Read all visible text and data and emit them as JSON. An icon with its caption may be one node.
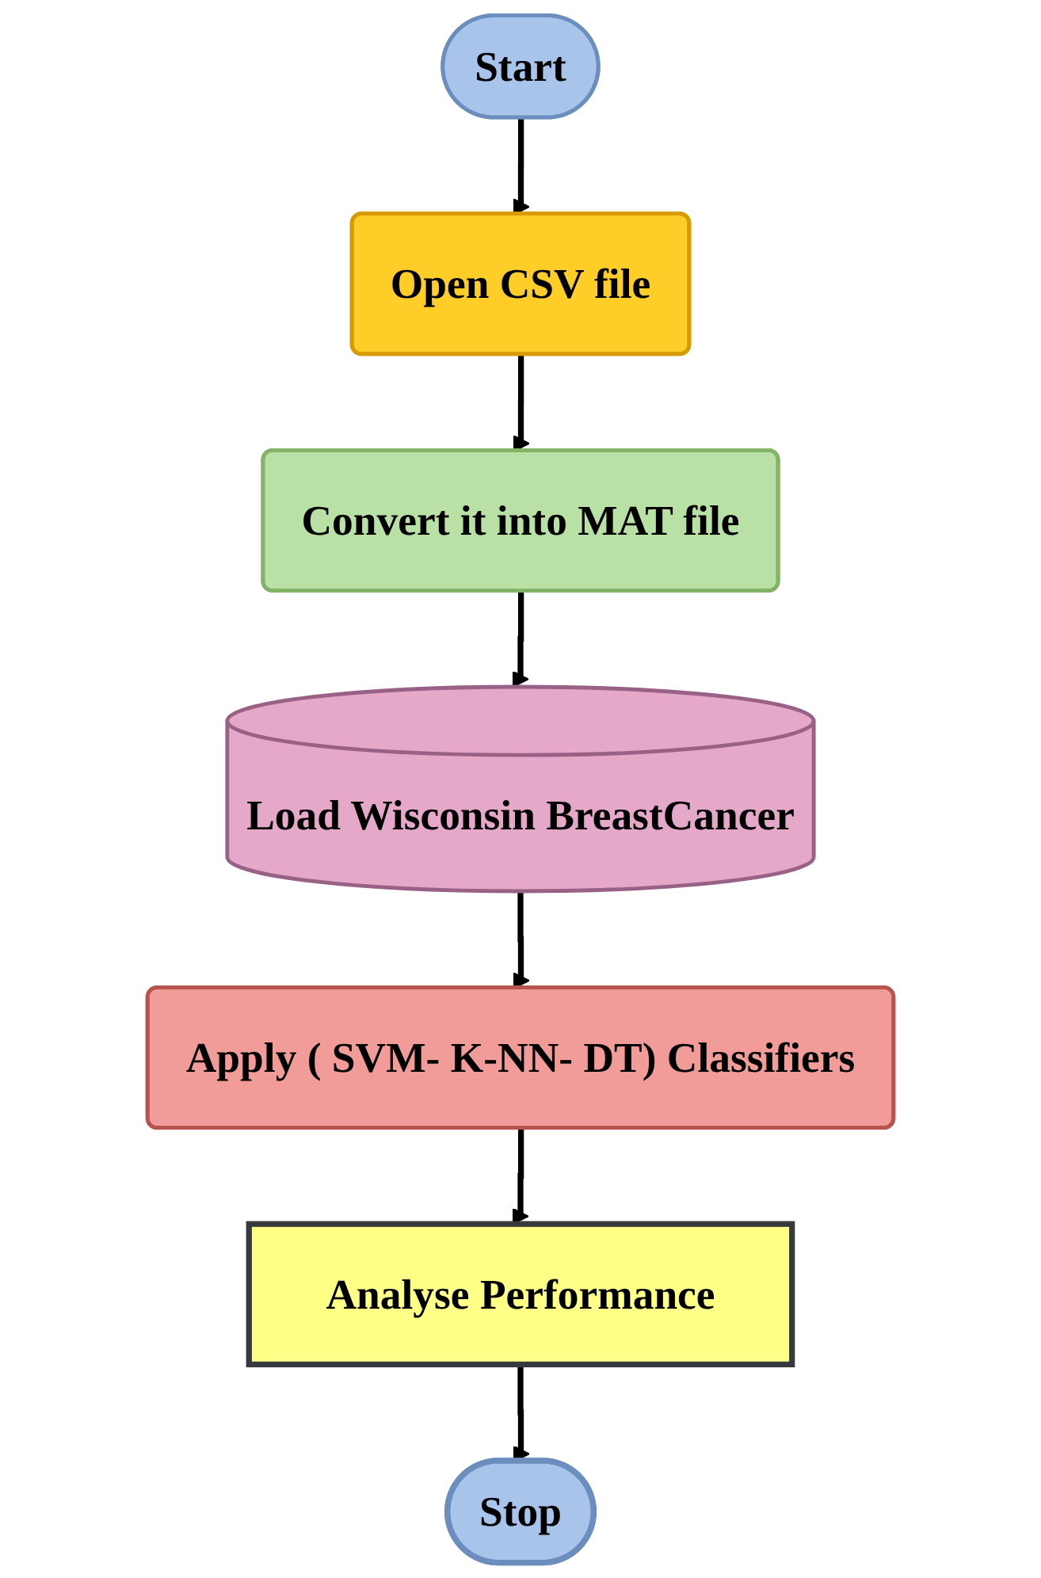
{
  "diagram": {
    "nodes": [
      {
        "text": [
          "Start"
        ]
      },
      {
        "text": [
          "Open CSV file"
        ]
      },
      {
        "text": [
          "Convert it into MAT file"
        ]
      },
      {
        "text": [
          "Load Wisconsin BreastCancer"
        ]
      },
      {
        "text": [
          "Apply ( SVM- K-NN- DT) Classifiers"
        ]
      },
      {
        "text": [
          "Analyse Performance"
        ]
      },
      {
        "text": [
          "Stop"
        ]
      }
    ],
    "edges": [
      {
        "from": 0,
        "to": 1,
        "arrow": "to"
      },
      {
        "from": 1,
        "to": 2,
        "arrow": "to"
      },
      {
        "from": 2,
        "to": 3,
        "arrow": "to"
      },
      {
        "from": 3,
        "to": 4,
        "arrow": "to"
      },
      {
        "from": 4,
        "to": 5,
        "arrow": "to"
      },
      {
        "from": 5,
        "to": 6,
        "arrow": "to"
      }
    ]
  }
}
